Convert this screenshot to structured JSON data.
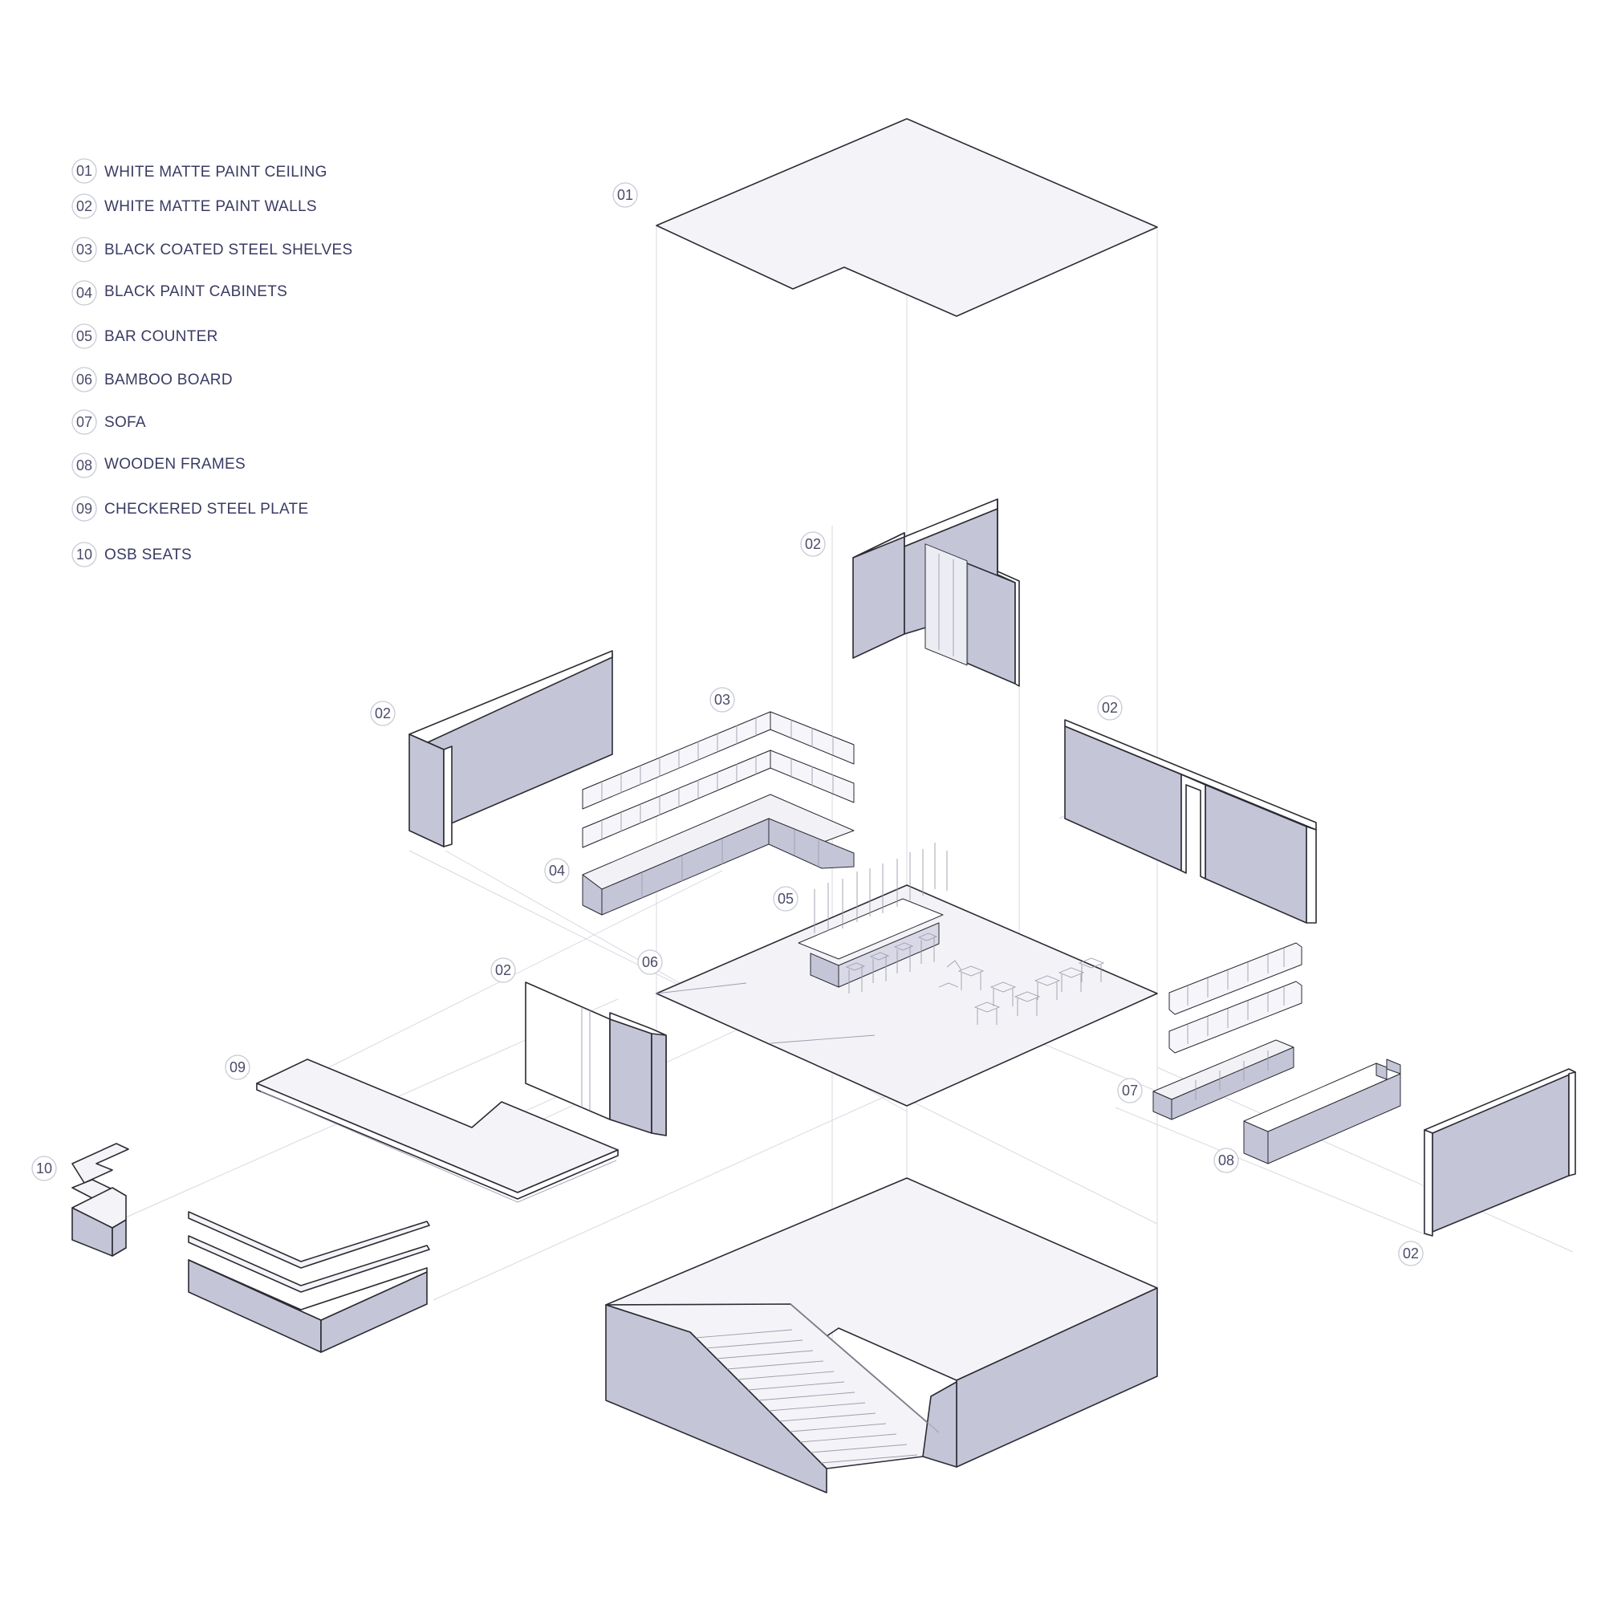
{
  "colors": {
    "wall_face": "#c5c5d8",
    "top_face": "#f2f2f6",
    "edge_white": "#ffffff",
    "line_dark": "#2b2b33",
    "text": "#3a3b63"
  },
  "legend": [
    {
      "num": "01",
      "label": "WHITE MATTE PAINT CEILING"
    },
    {
      "num": "02",
      "label": "WHITE MATTE PAINT WALLS"
    },
    {
      "num": "03",
      "label": "BLACK COATED STEEL SHELVES"
    },
    {
      "num": "04",
      "label": "BLACK PAINT CABINETS"
    },
    {
      "num": "05",
      "label": "BAR COUNTER"
    },
    {
      "num": "06",
      "label": "BAMBOO BOARD"
    },
    {
      "num": "07",
      "label": "SOFA"
    },
    {
      "num": "08",
      "label": "WOODEN FRAMES"
    },
    {
      "num": "09",
      "label": "CHECKERED STEEL PLATE"
    },
    {
      "num": "10",
      "label": "OSB SEATS"
    }
  ],
  "callouts": {
    "ceiling": "01",
    "wall_back": "02",
    "wall_left": "02",
    "wall_right": "02",
    "wall_mid": "02",
    "wall_far_right": "02",
    "shelves": "03",
    "cabinets": "04",
    "bar": "05",
    "bamboo": "06",
    "sofa": "07",
    "frames": "08",
    "plate": "09",
    "seats": "10"
  }
}
